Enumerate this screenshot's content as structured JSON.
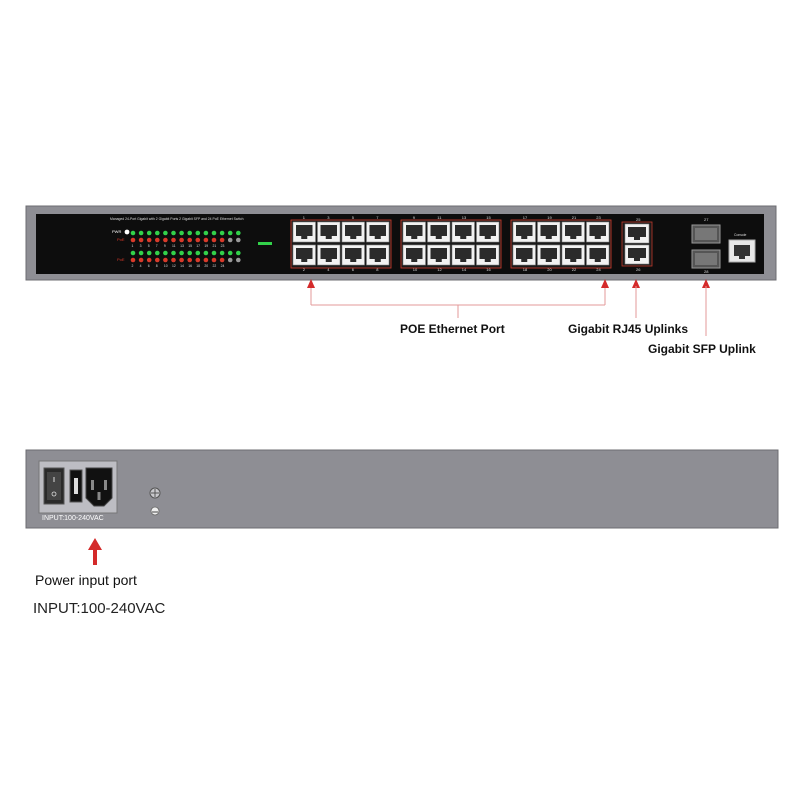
{
  "front_panel": {
    "model_text": "Managed 24-Port Gigabit with 2 Gigabit Ports 2 Gigabit SFP and 24 PoE Ethernet Switch",
    "pwr_label": "PWR",
    "poe_label": "PoE",
    "top_port_numbers": [
      "1",
      "3",
      "5",
      "7",
      "9",
      "11",
      "13",
      "15",
      "17",
      "19",
      "21",
      "23"
    ],
    "bottom_port_numbers": [
      "2",
      "4",
      "6",
      "8",
      "10",
      "12",
      "14",
      "16",
      "18",
      "20",
      "22",
      "24"
    ],
    "uplink_top": "25",
    "uplink_bottom": "26",
    "sfp_top": "27",
    "sfp_bottom": "28",
    "console_label": "Console",
    "led_row1_numbers": [
      "1",
      "3",
      "5",
      "7",
      "9",
      "11",
      "13",
      "15",
      "17",
      "19",
      "21",
      "23"
    ],
    "led_row2_numbers": [
      "2",
      "4",
      "6",
      "8",
      "10",
      "12",
      "14",
      "16",
      "18",
      "20",
      "22",
      "24"
    ]
  },
  "callouts": {
    "poe": "POE Ethernet Port",
    "rj45": "Gigabit RJ45 Uplinks",
    "sfp": "Gigabit SFP Uplink"
  },
  "rear_panel": {
    "input_label": "INPUT:100-240VAC"
  },
  "captions": {
    "power_port": "Power input port",
    "input_spec": "INPUT:100-240VAC"
  },
  "colors": {
    "chassis": "#8e8e94",
    "panel": "#0d0d0d",
    "port_highlight": "#c0392b",
    "arrow": "#d42a2a",
    "led_green": "#32d14a",
    "led_red": "#d83a2a"
  }
}
